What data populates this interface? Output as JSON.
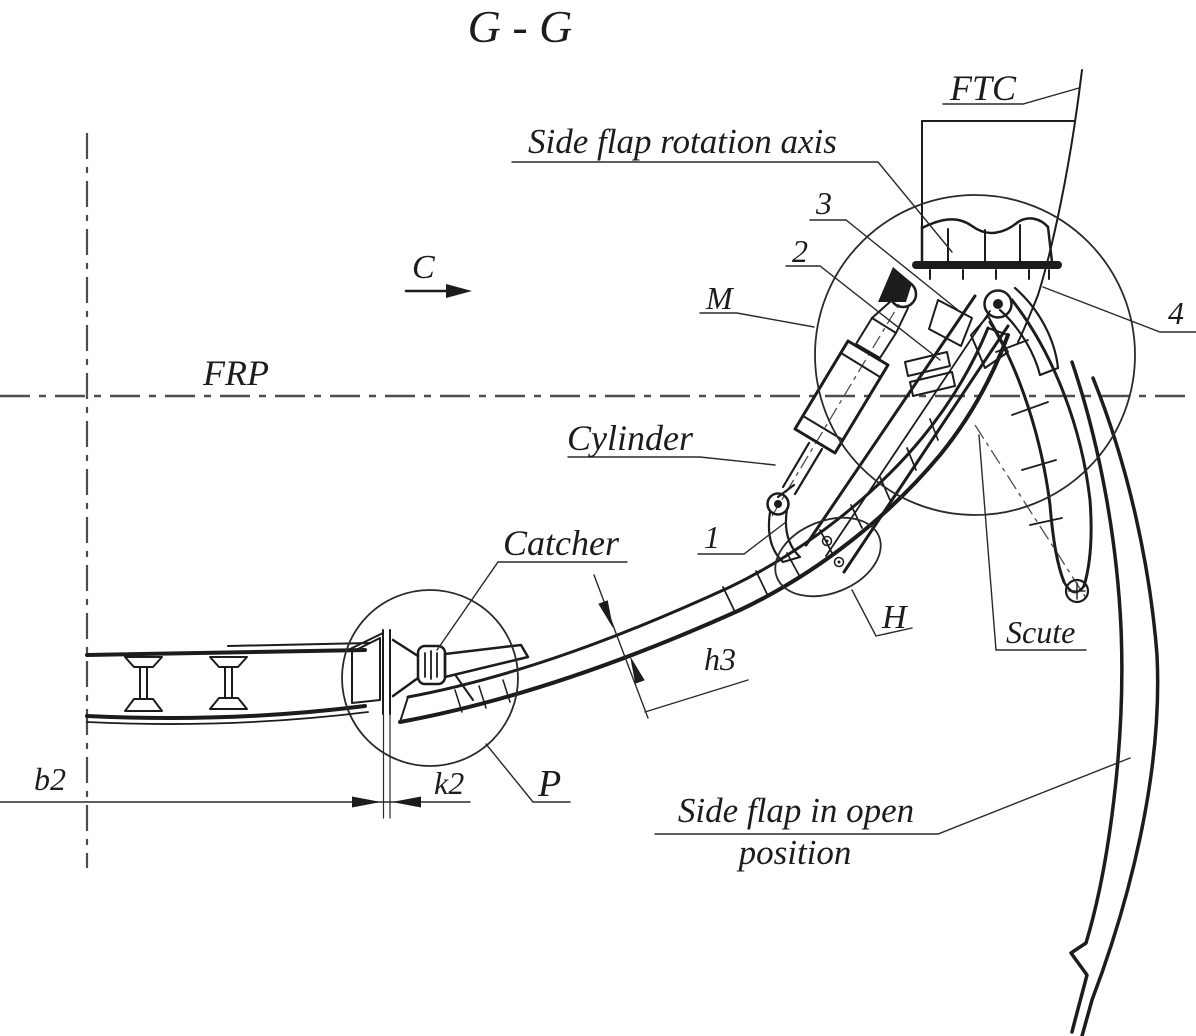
{
  "title": "G - G",
  "diagram": {
    "type": "technical-section-drawing",
    "labels": {
      "ftc": "FTC",
      "rotation_axis": "Side flap rotation axis",
      "part3": "3",
      "part2": "2",
      "view_c": "C",
      "m": "M",
      "part4": "4",
      "frp": "FRP",
      "cylinder": "Cylinder",
      "part1": "1",
      "catcher": "Catcher",
      "h": "H",
      "h3": "h3",
      "scute": "Scute",
      "b2": "b2",
      "k2": "k2",
      "p": "P",
      "open_position_line1": "Side flap in open",
      "open_position_line2": "position"
    },
    "colors": {
      "line": "#1c1c1c",
      "centerline": "#4d4d4d",
      "background": "#ffffff"
    }
  }
}
